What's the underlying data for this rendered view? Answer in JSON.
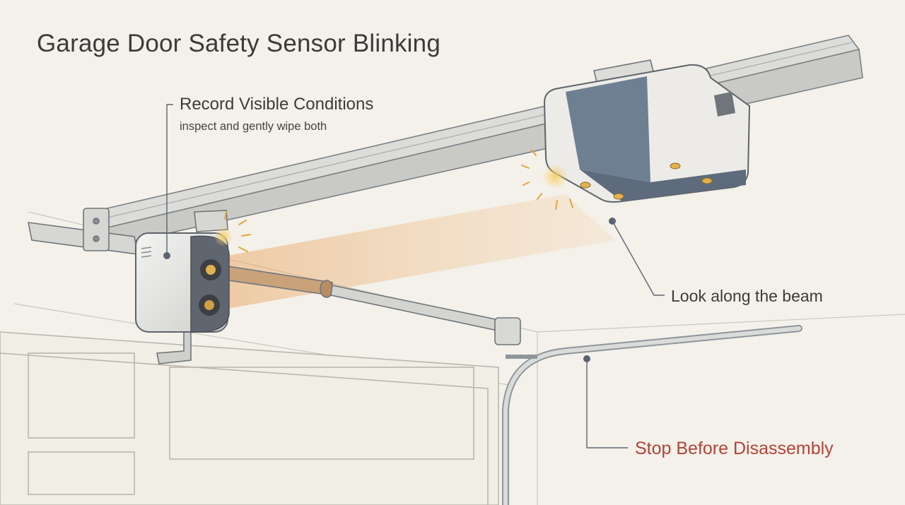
{
  "title": "Garage Door Safety Sensor Blinking",
  "callouts": {
    "record": {
      "label": "Record Visible Conditions",
      "sublabel": "inspect and gently wipe both"
    },
    "beam": {
      "label": "Look along the beam"
    },
    "stop": {
      "label": "Stop Before Disassembly"
    }
  },
  "colors": {
    "background": "#f4f1ea",
    "line": "#5a6470",
    "beam": "#eab47a",
    "opener_band": "#6f7f92",
    "warning": "#b0443a",
    "glow": "#f0c060"
  },
  "icons": [
    "safety-sensor-icon",
    "garage-door-opener-icon",
    "rail-icon",
    "door-track-icon",
    "light-beam-icon"
  ]
}
